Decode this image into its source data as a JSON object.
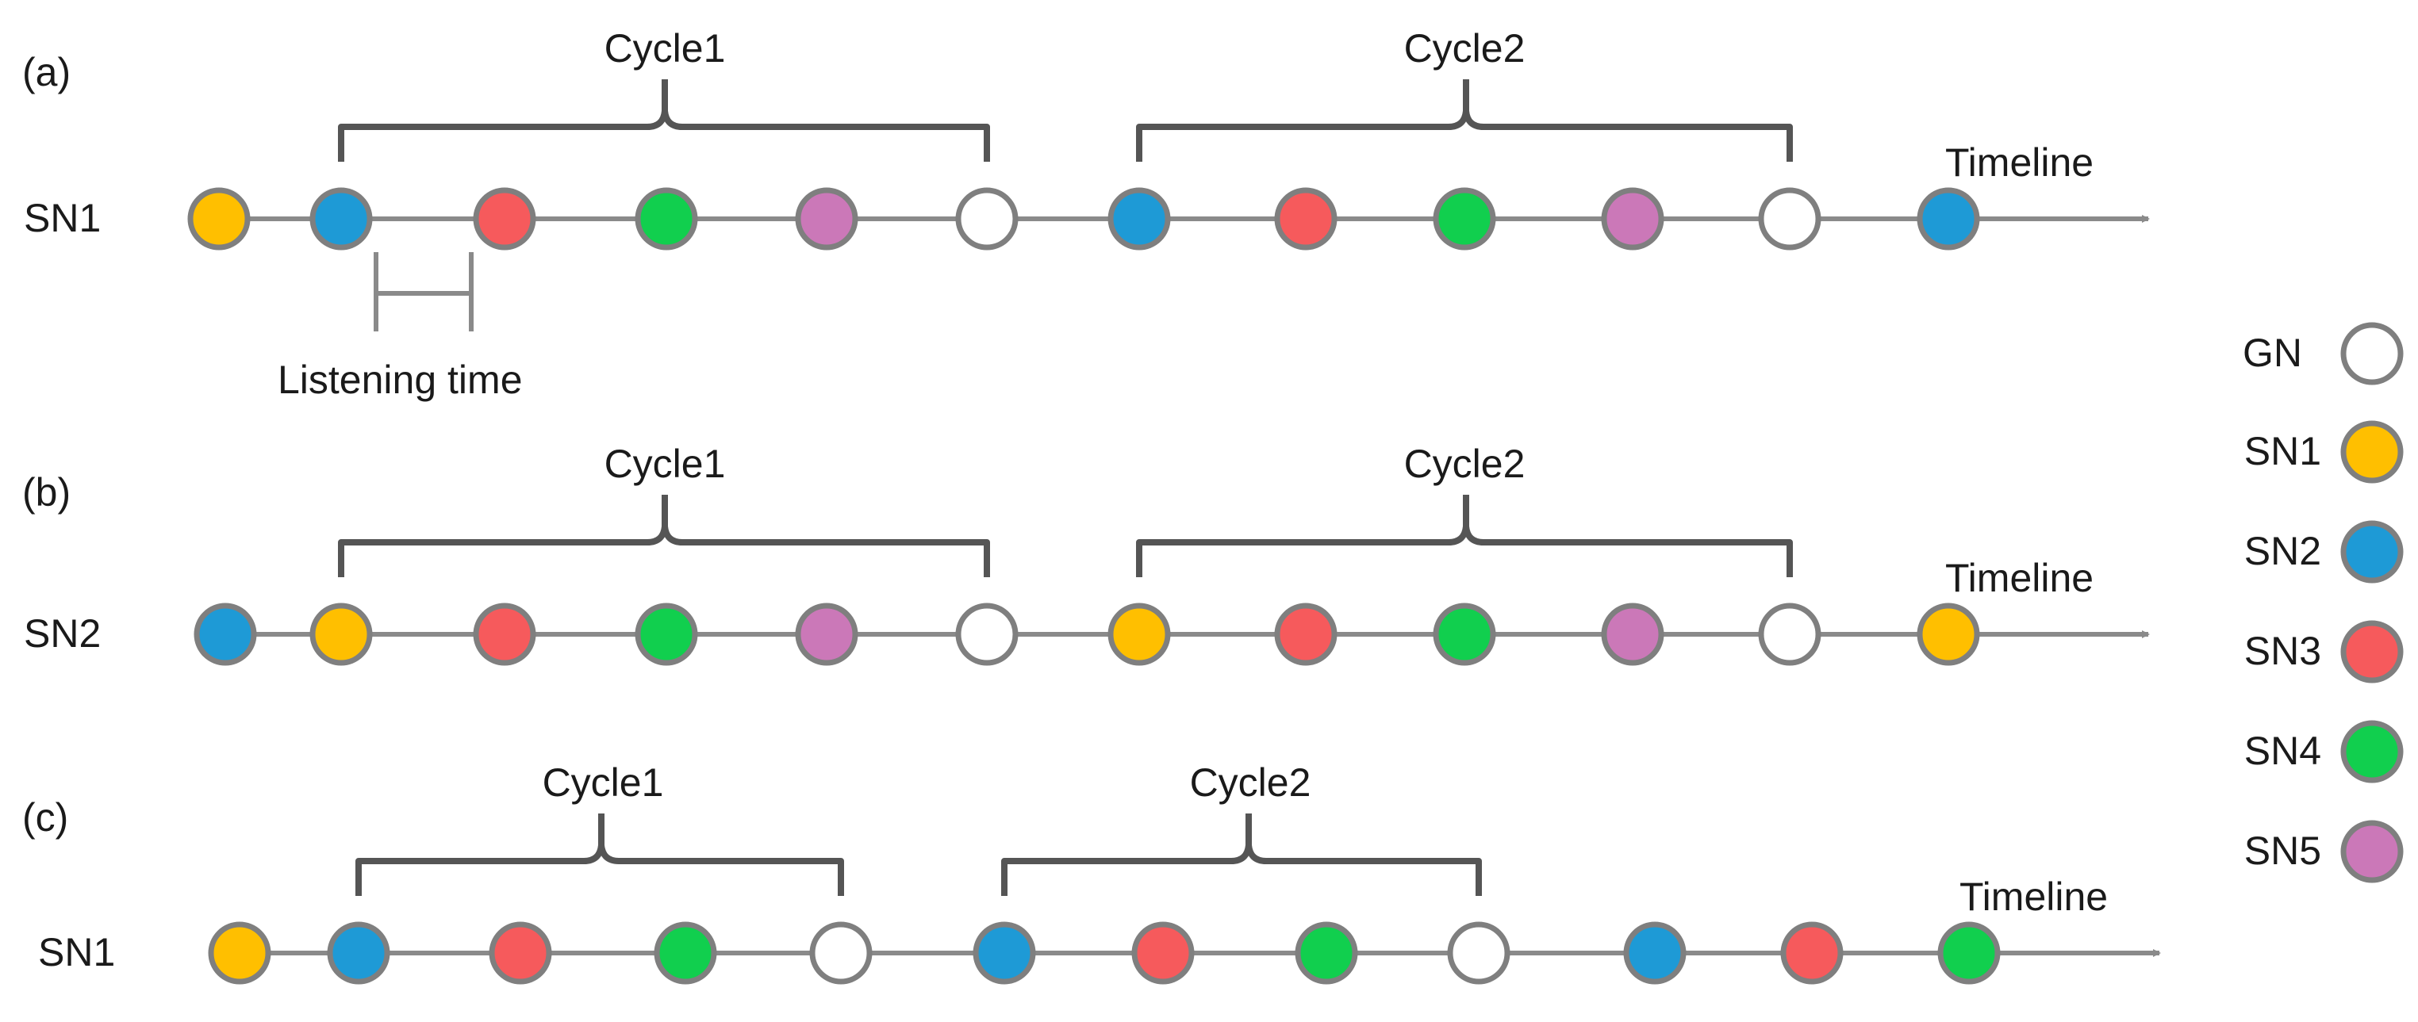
{
  "colors": {
    "line": "#8a8a8a",
    "node_border": "#7f7f7f",
    "bracket": "#555555",
    "text": "#1a1a1a",
    "GN": "#ffffff",
    "SN1": "#FFBF00",
    "SN2": "#1E9AD6",
    "SN3": "#F65A5C",
    "SN4": "#11CF4E",
    "SN5": "#CB78B8"
  },
  "panels": [
    {
      "tag": "(a)",
      "row_label": "SN1",
      "timeline_label": "Timeline",
      "nodes": [
        "SN1",
        "SN2",
        "SN3",
        "SN4",
        "SN5",
        "GN",
        "SN2",
        "SN3",
        "SN4",
        "SN5",
        "GN",
        "SN2"
      ],
      "cycles": [
        {
          "label": "Cycle1",
          "from": 1,
          "to": 5
        },
        {
          "label": "Cycle2",
          "from": 6,
          "to": 10
        }
      ],
      "listening_time": "Listening time"
    },
    {
      "tag": "(b)",
      "row_label": "SN2",
      "timeline_label": "Timeline",
      "nodes": [
        "SN2",
        "SN1",
        "SN3",
        "SN4",
        "SN5",
        "GN",
        "SN1",
        "SN3",
        "SN4",
        "SN5",
        "GN",
        "SN1"
      ],
      "cycles": [
        {
          "label": "Cycle1",
          "from": 1,
          "to": 5
        },
        {
          "label": "Cycle2",
          "from": 6,
          "to": 10
        }
      ]
    },
    {
      "tag": "(c)",
      "row_label": "SN1",
      "timeline_label": "Timeline",
      "nodes": [
        "SN1",
        "SN2",
        "SN3",
        "SN4",
        "GN",
        "SN2",
        "SN3",
        "SN4",
        "GN",
        "SN2",
        "SN3",
        "SN4"
      ],
      "cycles": [
        {
          "label": "Cycle1",
          "from": 1,
          "to": 4
        },
        {
          "label": "Cycle2",
          "from": 5,
          "to": 8
        }
      ]
    }
  ],
  "legend": [
    {
      "label": "GN",
      "node": "GN"
    },
    {
      "label": "SN1",
      "node": "SN1"
    },
    {
      "label": "SN2",
      "node": "SN2"
    },
    {
      "label": "SN3",
      "node": "SN3"
    },
    {
      "label": "SN4",
      "node": "SN4"
    },
    {
      "label": "SN5",
      "node": "SN5"
    }
  ]
}
